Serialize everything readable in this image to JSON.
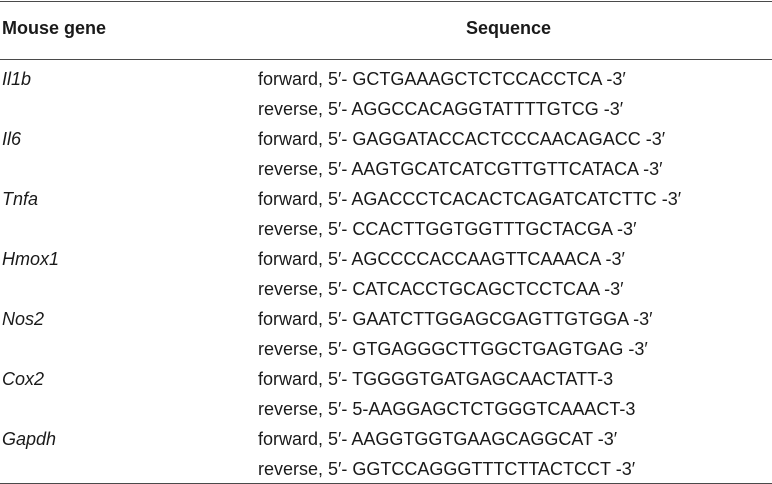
{
  "header": {
    "gene_label": "Mouse gene",
    "sequence_label": "Sequence"
  },
  "rows": [
    {
      "gene": "Il1b",
      "forward": "forward, 5′- GCTGAAAGCTCTCCACCTCA -3′",
      "reverse": "reverse, 5′- AGGCCACAGGTATTTTGTCG -3′"
    },
    {
      "gene": "Il6",
      "forward": "forward, 5′- GAGGATACCACTCCCAACAGACC -3′",
      "reverse": "reverse, 5′- AAGTGCATCATCGTTGTTCATACA -3′"
    },
    {
      "gene": "Tnfa",
      "forward": "forward, 5′- AGACCCTCACACTCAGATCATCTTC -3′",
      "reverse": "reverse, 5′- CCACTTGGTGGTTTGCTACGA -3′"
    },
    {
      "gene": "Hmox1",
      "forward": "forward, 5′- AGCCCCACCAAGTTCAAACA -3′",
      "reverse": "reverse, 5′- CATCACCTGCAGCTCCTCAA -3′"
    },
    {
      "gene": "Nos2",
      "forward": "forward, 5′- GAATCTTGGAGCGAGTTGTGGA -3′",
      "reverse": "reverse, 5′- GTGAGGGCTTGGCTGAGTGAG -3′"
    },
    {
      "gene": "Cox2",
      "forward": "forward, 5′- TGGGGTGATGAGCAACTATT-3",
      "reverse": "reverse, 5′- 5-AAGGAGCTCTGGGTCAAACT-3"
    },
    {
      "gene": "Gapdh",
      "forward": "forward, 5′- AAGGTGGTGAAGCAGGCAT -3′",
      "reverse": "reverse, 5′- GGTCCAGGGTTTCTTACTCCT -3′"
    }
  ]
}
